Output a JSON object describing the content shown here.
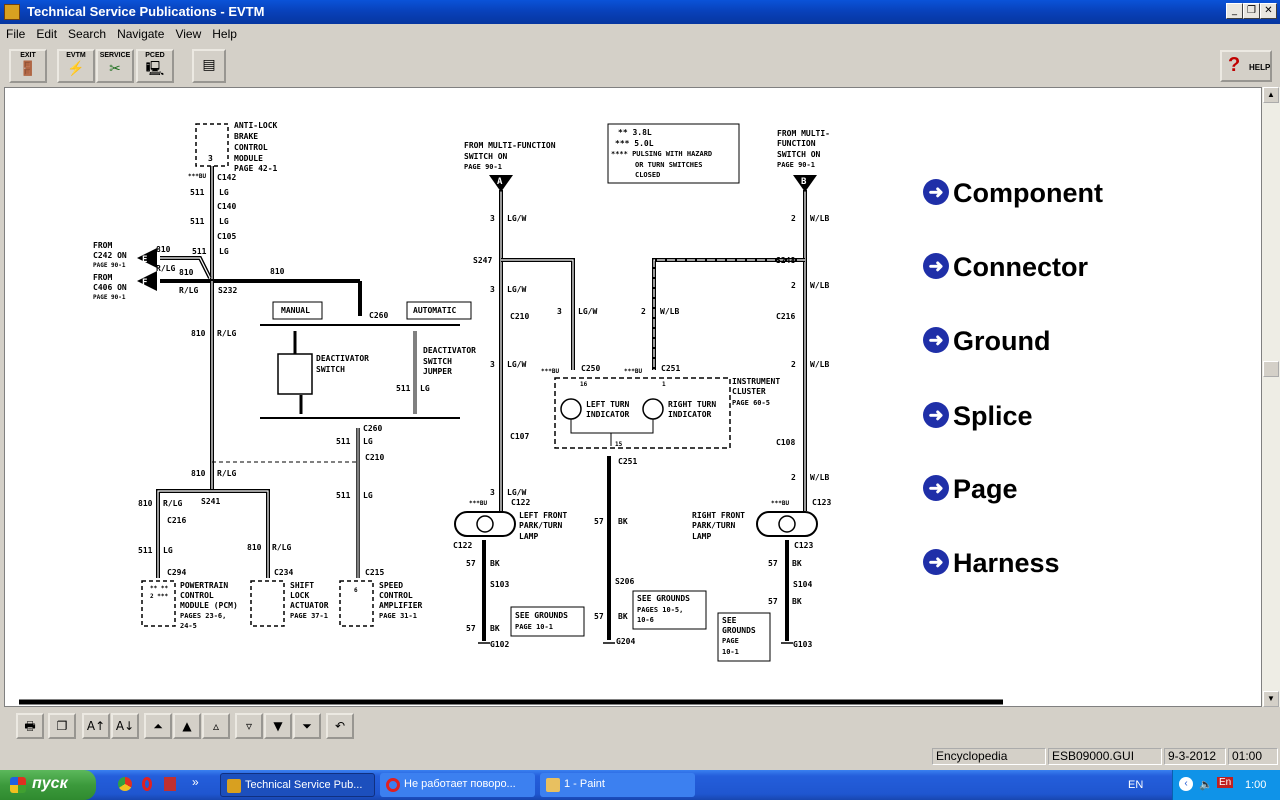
{
  "window": {
    "title": "Technical Service Publications - EVTM",
    "controls": {
      "minimize": "_",
      "restore": "❐",
      "close": "✕"
    }
  },
  "menu": [
    "File",
    "Edit",
    "Search",
    "Navigate",
    "View",
    "Help"
  ],
  "toolbar": {
    "exit": "EXIT",
    "evtm": "EVTM",
    "service": "SERVICE",
    "pced": "PCED",
    "help": "HELP"
  },
  "legend": [
    "Component",
    "Connector",
    "Ground",
    "Splice",
    "Page",
    "Harness"
  ],
  "diagram": {
    "abs_module": [
      "ANTI-LOCK",
      "BRAKE",
      "CONTROL",
      "MODULE",
      "PAGE 42-1"
    ],
    "abs_pin": "3",
    "note_box": [
      "** 3.8L",
      "*** 5.0L",
      "**** PULSING WITH HAZARD",
      "OR TURN SWITCHES",
      "CLOSED"
    ],
    "from_mfs_a": [
      "FROM MULTI-FUNCTION",
      "SWITCH ON",
      "PAGE 90-1"
    ],
    "from_mfs_b": [
      "FROM MULTI-",
      "FUNCTION",
      "SWITCH ON",
      "PAGE 90-1"
    ],
    "from_c242": [
      "FROM",
      "C242 ON",
      "PAGE 90-1"
    ],
    "from_c406": [
      "FROM",
      "C406 ON",
      "PAGE 90-1"
    ],
    "arrow_a": "A",
    "arrow_b": "B",
    "arrow_e": "E",
    "arrow_f": "F",
    "wires": {
      "w511": "511",
      "lg": "LG",
      "w810": "810",
      "rlg": "R/LG",
      "w3": "3",
      "lgw": "LG/W",
      "w2": "2",
      "wlb": "W/LB",
      "w57": "57",
      "bk": "BK"
    },
    "connectors": {
      "c142": "C142",
      "c140": "C140",
      "c105": "C105",
      "s232": "S232",
      "c260": "C260",
      "c210": "C210",
      "s241": "S241",
      "c216": "C216",
      "c294": "C294",
      "c234": "C234",
      "c215": "C215",
      "s247": "S247",
      "c250": "C250",
      "c251": "C251",
      "s248": "S248",
      "c107": "C107",
      "c122": "C122",
      "c108": "C108",
      "c123": "C123",
      "s103": "S103",
      "s206": "S206",
      "s104": "S104",
      "g102": "G102",
      "g204": "G204",
      "g103": "G103"
    },
    "bu_mark": "***BU",
    "manual": "MANUAL",
    "automatic": "AUTOMATIC",
    "deactivator_switch": [
      "DEACTIVATOR",
      "SWITCH"
    ],
    "deactivator_jumper": [
      "DEACTIVATOR",
      "SWITCH",
      "JUMPER"
    ],
    "instrument_cluster": [
      "INSTRUMENT",
      "CLUSTER",
      "PAGE 60-5"
    ],
    "cluster_pins": {
      "left": "16",
      "right": "1",
      "bottom": "15"
    },
    "left_turn": [
      "LEFT TURN",
      "INDICATOR"
    ],
    "right_turn": [
      "RIGHT TURN",
      "INDICATOR"
    ],
    "left_lamp": [
      "LEFT FRONT",
      "PARK/TURN",
      "LAMP"
    ],
    "right_lamp": [
      "RIGHT FRONT",
      "PARK/TURN",
      "LAMP"
    ],
    "pcm": [
      "POWERTRAIN",
      "CONTROL",
      "MODULE (PCM)",
      "PAGES 23-6,",
      "24-5"
    ],
    "pcm_pins": [
      "** **",
      "2 ***"
    ],
    "shift_lock": [
      "SHIFT",
      "LOCK",
      "ACTUATOR",
      "PAGE 37-1"
    ],
    "speed_control": [
      "SPEED",
      "CONTROL",
      "AMPLIFIER",
      "PAGE 31-1"
    ],
    "speed_pin": "6",
    "see_grounds_1": [
      "SEE GROUNDS",
      "PAGE 10-1"
    ],
    "see_grounds_2": [
      "SEE GROUNDS",
      "PAGES 10-5,",
      "10-6"
    ],
    "see_grounds_3": [
      "SEE",
      "GROUNDS",
      "PAGE",
      "10-1"
    ]
  },
  "nav": {
    "print": "print-icon",
    "copy": "copy-icon",
    "zoom_in": "A↑",
    "zoom_out": "A↓",
    "first": "⏶",
    "prev_page": "▲",
    "prev": "▵",
    "next": "▿",
    "next_page": "▼",
    "last": "⏷",
    "back": "↶"
  },
  "status": [
    "Encyclopedia",
    "ESB09000.GUI",
    "9-3-2012",
    "01:00"
  ],
  "taskbar": {
    "start": "пуск",
    "quick_more": "»",
    "tasks": [
      "Technical Service Pub...",
      "Не работает поворо...",
      "1 - Paint"
    ],
    "lang": "EN",
    "tray_lang": "En",
    "clock": "1:00"
  }
}
